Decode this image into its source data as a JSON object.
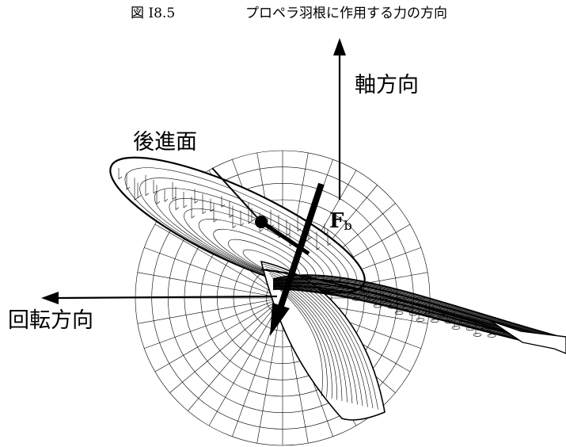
{
  "figure": {
    "number": "図 I8.5",
    "title": "プロペラ羽根に作用する力の方向"
  },
  "labels": {
    "axial_direction": "軸方向",
    "rotation_direction": "回転方向",
    "back_face": "後進面",
    "force_main": "F",
    "force_sub": "b"
  },
  "colors": {
    "ink": "#000000",
    "background": "#ffffff"
  },
  "icons": [
    "axial-arrow-icon",
    "rotation-arrow-icon",
    "force-arrow-icon",
    "pressure-point-icon"
  ]
}
